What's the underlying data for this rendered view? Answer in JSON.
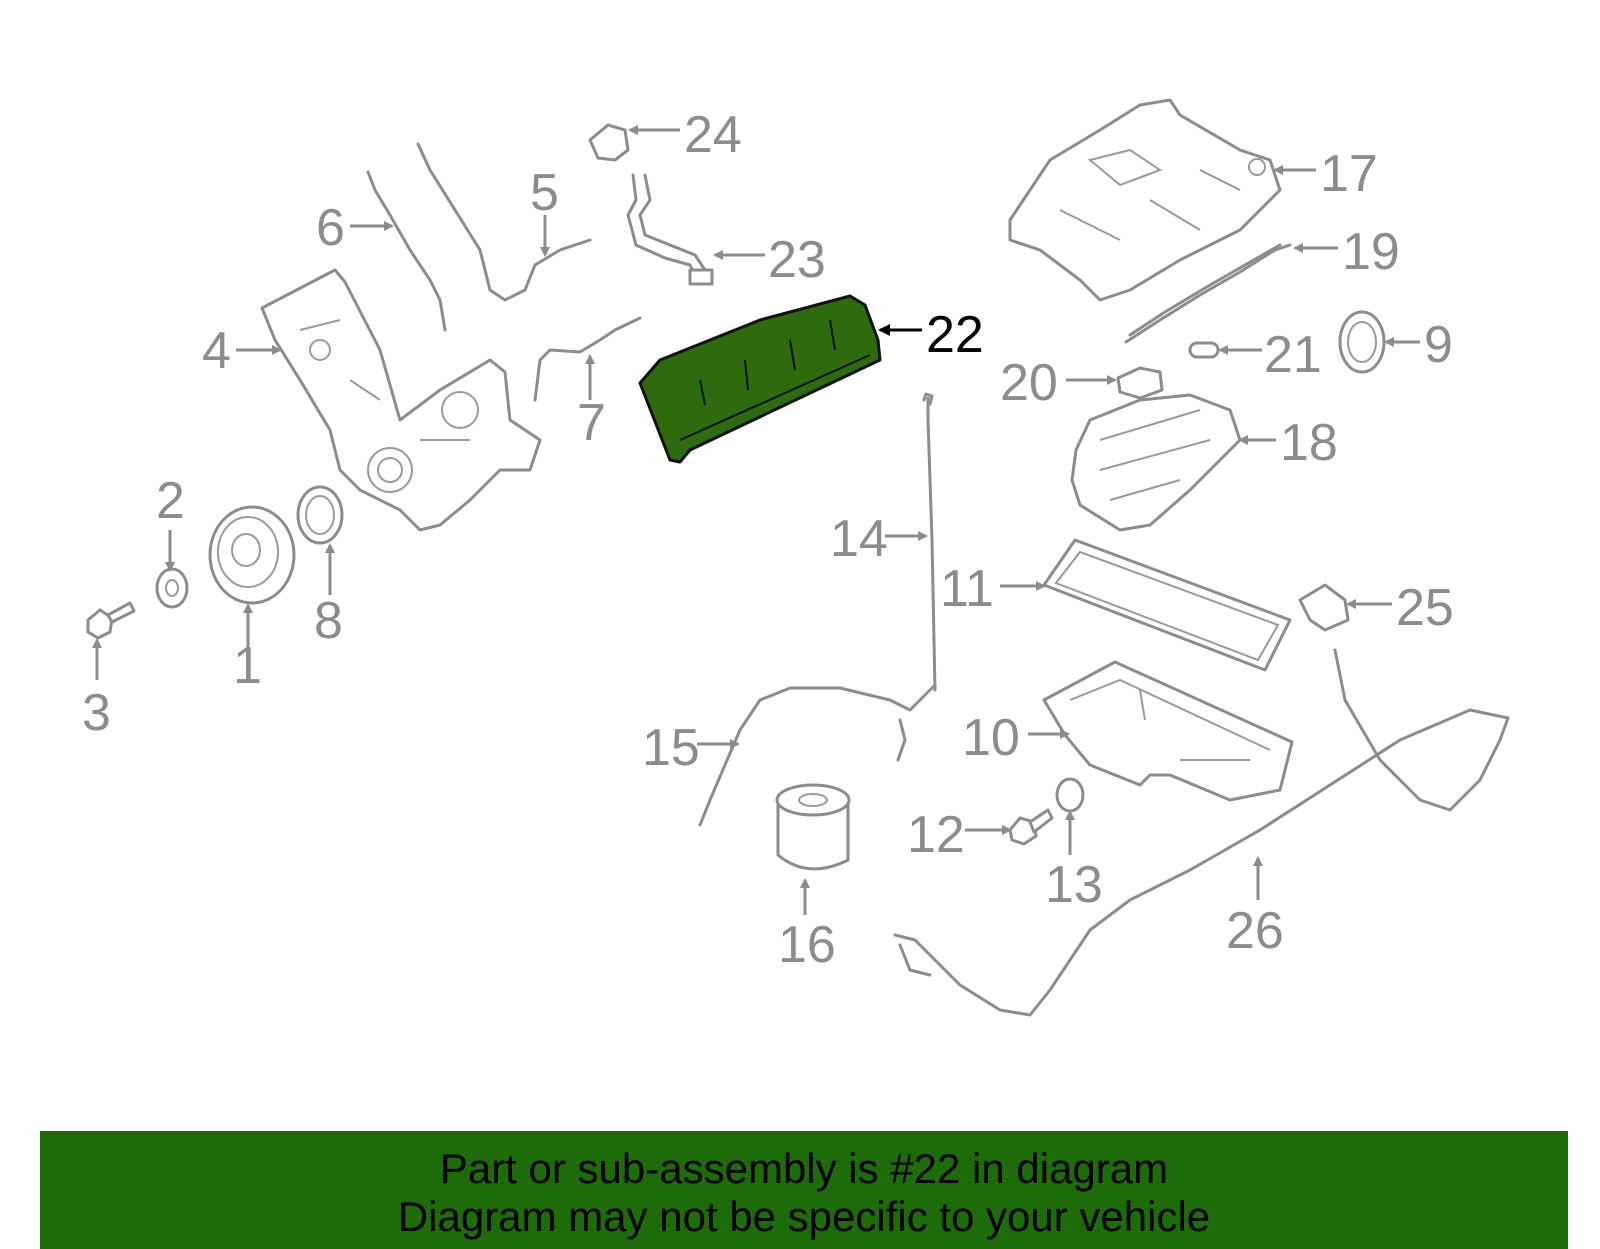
{
  "diagram": {
    "callouts": [
      "1",
      "2",
      "3",
      "4",
      "5",
      "6",
      "7",
      "8",
      "9",
      "10",
      "11",
      "12",
      "13",
      "14",
      "15",
      "16",
      "17",
      "18",
      "19",
      "20",
      "21",
      "22",
      "23",
      "24",
      "25",
      "26"
    ],
    "highlighted_callout": "22",
    "highlight_color": "#2e6b0e",
    "callout_color": "#8c8c8c"
  },
  "banner": {
    "line1": "Part or sub-assembly is #22 in diagram",
    "line2": "Diagram may not be specific to your vehicle",
    "background": "#1e6b0a"
  }
}
